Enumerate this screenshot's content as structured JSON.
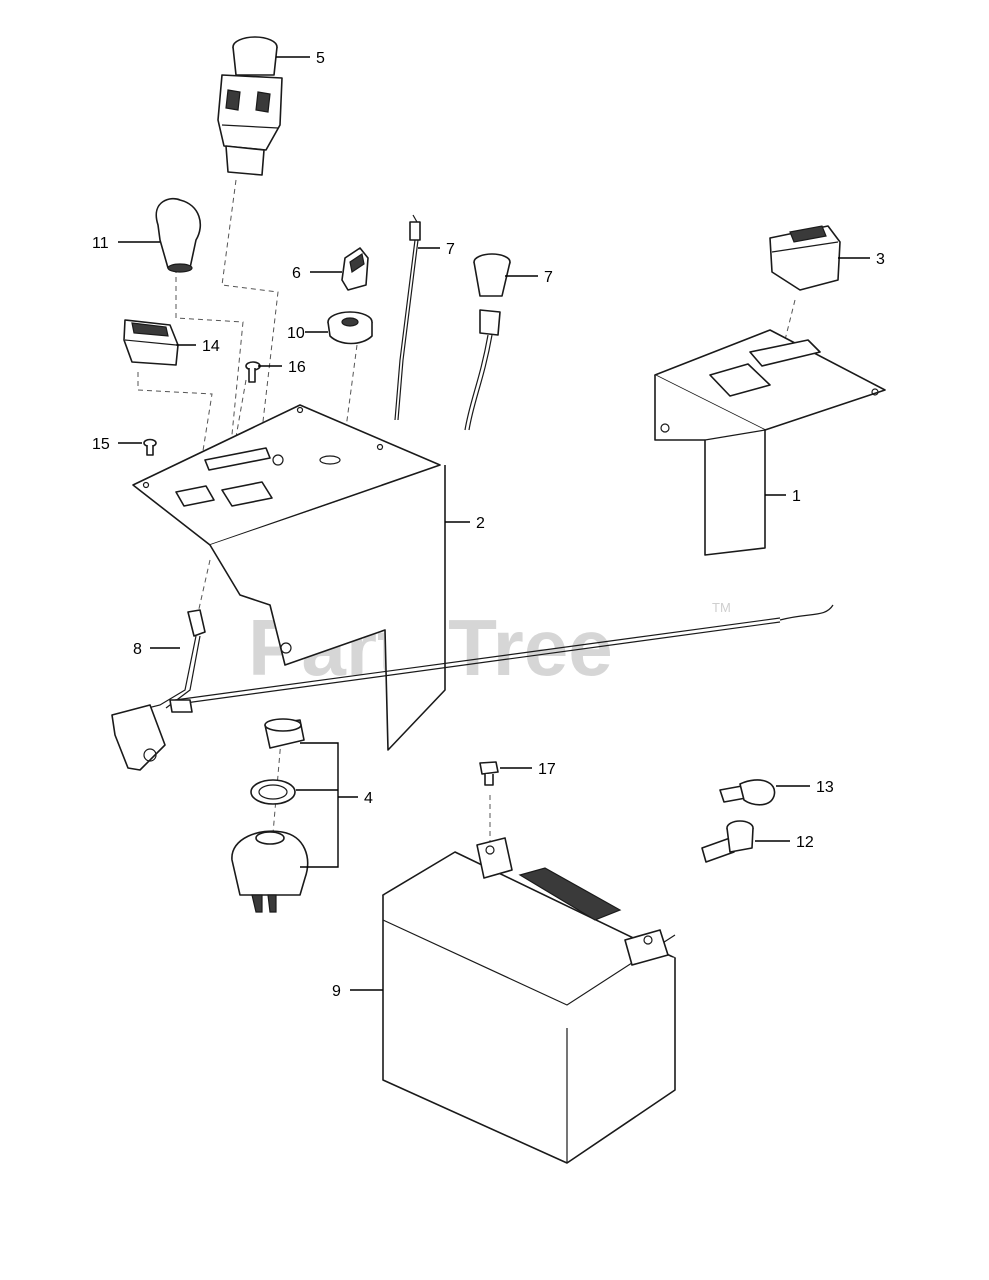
{
  "watermark": {
    "text": "PartsTree",
    "trademark": "TM"
  },
  "callouts": {
    "c1": "1",
    "c2": "2",
    "c3": "3",
    "c4": "4",
    "c5": "5",
    "c6": "6",
    "c7a": "7",
    "c7b": "7",
    "c8": "8",
    "c9": "9",
    "c10": "10",
    "c11": "11",
    "c12": "12",
    "c13": "13",
    "c14": "14",
    "c15": "15",
    "c16": "16",
    "c17": "17"
  }
}
